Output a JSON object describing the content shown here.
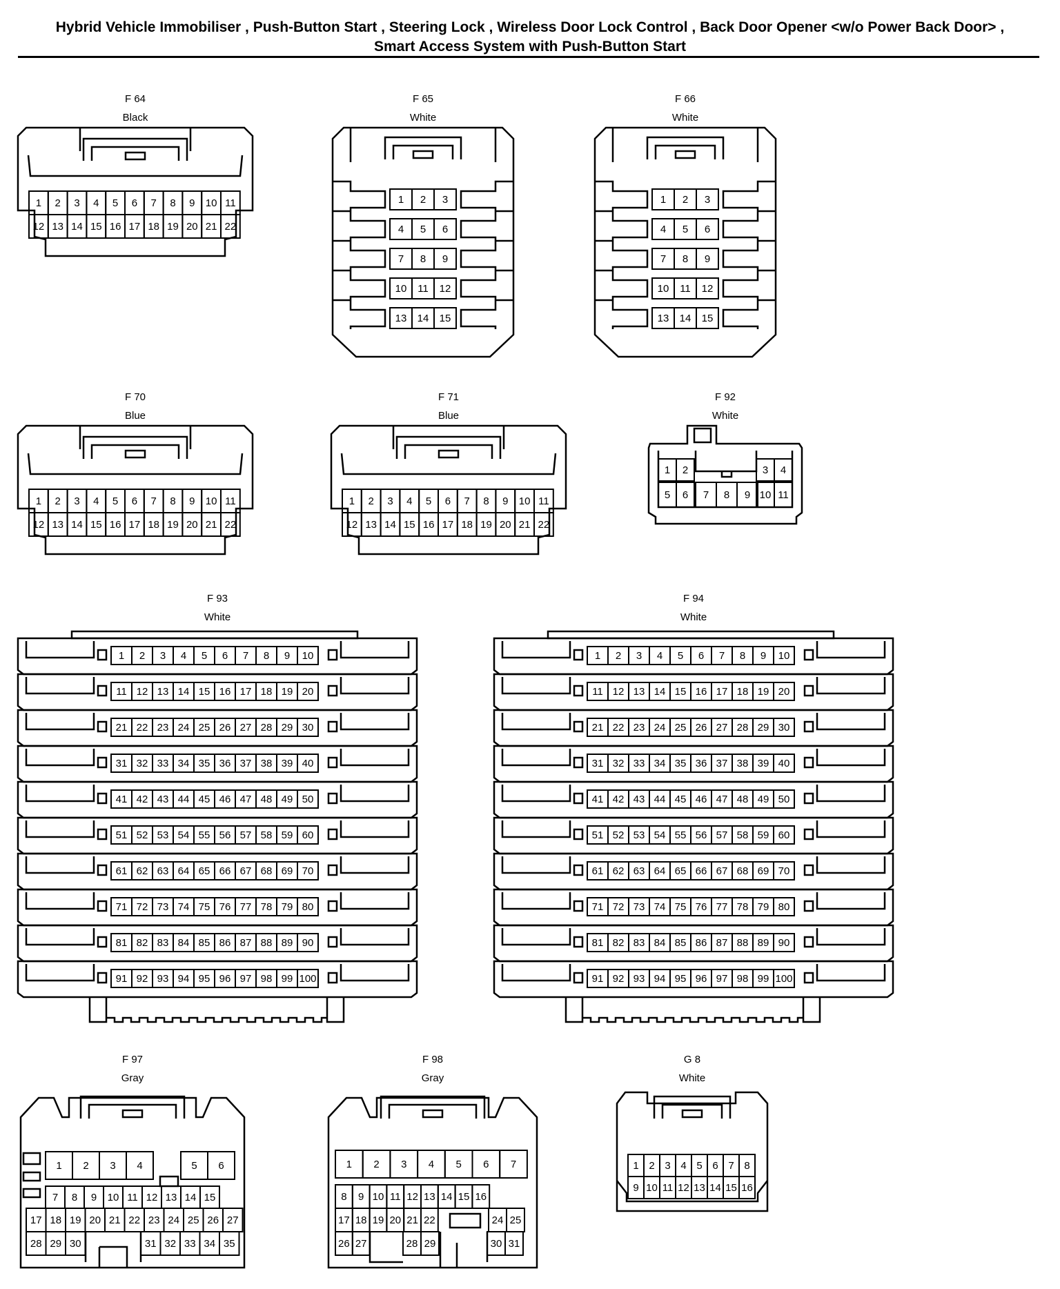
{
  "page": {
    "title_line1": "Hybrid Vehicle Immobiliser , Push-Button Start , Steering Lock , Wireless Door Lock Control , Back Door Opener <w/o Power Back Door> ,",
    "title_line2": "Smart Access System with Push-Button Start"
  },
  "connectors": [
    {
      "key": "F64",
      "id": "F 64",
      "color": "Black"
    },
    {
      "key": "F65",
      "id": "F 65",
      "color": "White"
    },
    {
      "key": "F66",
      "id": "F 66",
      "color": "White"
    },
    {
      "key": "F70",
      "id": "F 70",
      "color": "Blue"
    },
    {
      "key": "F71",
      "id": "F 71",
      "color": "Blue"
    },
    {
      "key": "F92",
      "id": "F 92",
      "color": "White"
    },
    {
      "key": "F93",
      "id": "F 93",
      "color": "White"
    },
    {
      "key": "F94",
      "id": "F 94",
      "color": "White"
    },
    {
      "key": "F97",
      "id": "F 97",
      "color": "Gray"
    },
    {
      "key": "F98",
      "id": "F 98",
      "color": "Gray"
    },
    {
      "key": "G8",
      "id": "G 8",
      "color": "White"
    }
  ]
}
